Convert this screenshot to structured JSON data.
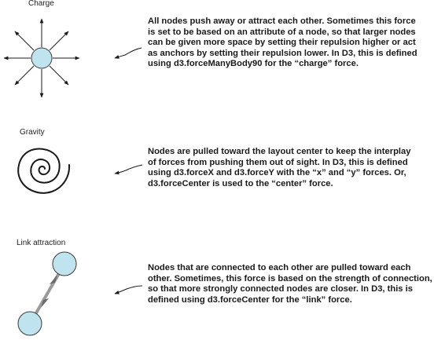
{
  "panels": [
    {
      "title": "Charge",
      "description_lines": [
        "All nodes push away or attract each other. Sometimes this force",
        "is set to be based on an attribute of a node, so that larger nodes",
        "can be given more space by setting their repulsion higher or act",
        "as anchors by setting their repulsion lower. In D3, this is defined",
        "using d3.forceManyBody90 for the “charge” force."
      ]
    },
    {
      "title": "Gravity",
      "description_lines": [
        "Nodes are pulled toward the layout center to keep the interplay",
        "of forces from pushing them out of sight. In D3, this is defined",
        "using d3.forceX and d3.forceY with the “x” and “y” forces. Or,",
        "d3.forceCenter is used to the “center” force."
      ]
    },
    {
      "title": "Link attraction",
      "description_lines": [
        "Nodes that are connected to each other are pulled toward each",
        "other. Sometimes, this force is based on the strength of connection,",
        "so that more strongly connected nodes are closer. In D3, this is",
        "defined using d3.forceCenter for the “link” force."
      ]
    }
  ],
  "colors": {
    "node_fill": "#bfe3ef",
    "node_stroke": "#3a3a3a",
    "link_stroke": "#9a9a9a",
    "ink": "#1a1a1a"
  }
}
